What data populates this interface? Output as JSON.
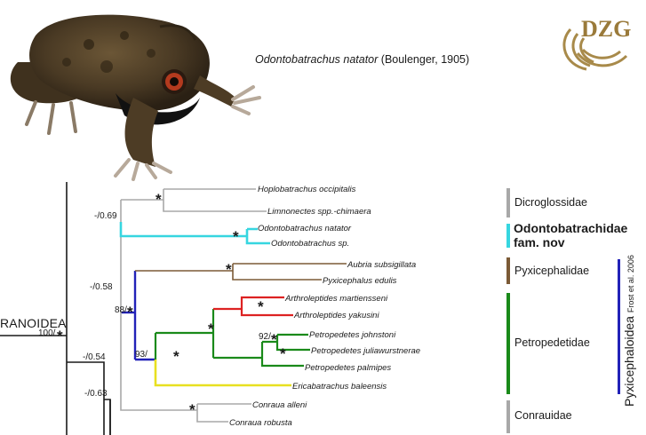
{
  "caption": {
    "species": "Odontobatrachus natator",
    "author": "(Boulenger, 1905)"
  },
  "logo": {
    "text": "DZG"
  },
  "taxa": [
    "Hoplobatrachus occipitalis",
    "Limnonectes spp.-chimaera",
    "Odontobatrachus natator",
    "Odontobatrachus sp.",
    "Aubria subsigillata",
    "Pyxicephalus edulis",
    "Arthroleptides martiensseni",
    "Arthroleptides yakusini",
    "Petropedetes johnstoni",
    "Petropedetes juliawurstnerae",
    "Petropedetes palmipes",
    "Ericabatrachus baleensis",
    "Conraua alleni",
    "Conraua robusta"
  ],
  "support": {
    "s069": "-/0.69",
    "s058": "-/0.58",
    "s88": "88/",
    "s93": "93/",
    "s054": "-/0.54",
    "s063": "-/0.63",
    "s100": "100/",
    "s92": "92/",
    "star": "*"
  },
  "families": {
    "dicroglossidae": "Dicroglossidae",
    "odonto_line1": "Odontobatrachidae",
    "odonto_line2": "fam. nov",
    "pyxicephalidae": "Pyxicephalidae",
    "petropedetidae": "Petropedetidae",
    "conrauidae": "Conrauidae"
  },
  "ranoidea": "RANOIDEA",
  "superfamily": {
    "name": "Pyxicephaloidea",
    "ref": "Frost et al. 2006"
  },
  "colors": {
    "grey": "#a8a8a8",
    "cyan": "#36d6e0",
    "brown": "#7b5a36",
    "blue": "#2222b8",
    "green": "#1a8a1a",
    "red": "#dd2222",
    "yellow": "#e8e020"
  }
}
